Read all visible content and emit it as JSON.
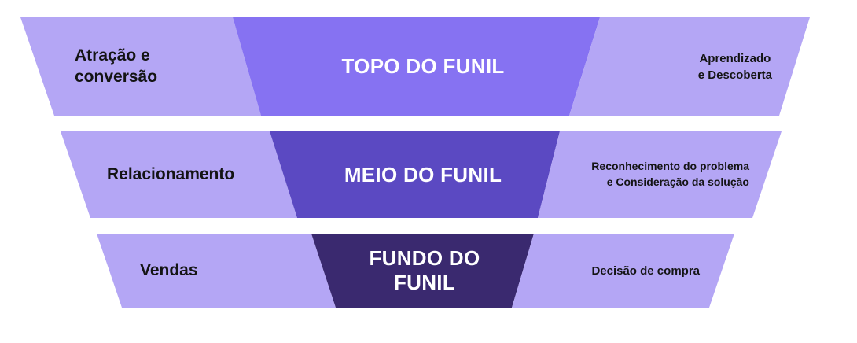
{
  "diagram": {
    "colors": {
      "side_band": "#B4A6F5",
      "stage_top": "#8672F2",
      "stage_middle": "#5B49C2",
      "stage_bottom": "#3A296F",
      "side_text": "#141414",
      "center_text": "#FFFFFF",
      "background": "#FFFFFF"
    },
    "rows": [
      {
        "left_label": "Atração e\nconversão",
        "center_label": "TOPO DO FUNIL",
        "right_label": "Aprendizado\ne Descoberta"
      },
      {
        "left_label": "Relacionamento",
        "center_label": "MEIO DO FUNIL",
        "right_label": "Reconhecimento do problema\ne Consideração da solução"
      },
      {
        "left_label": "Vendas",
        "center_label": "FUNDO DO\nFUNIL",
        "right_label": "Decisão de compra"
      }
    ]
  }
}
